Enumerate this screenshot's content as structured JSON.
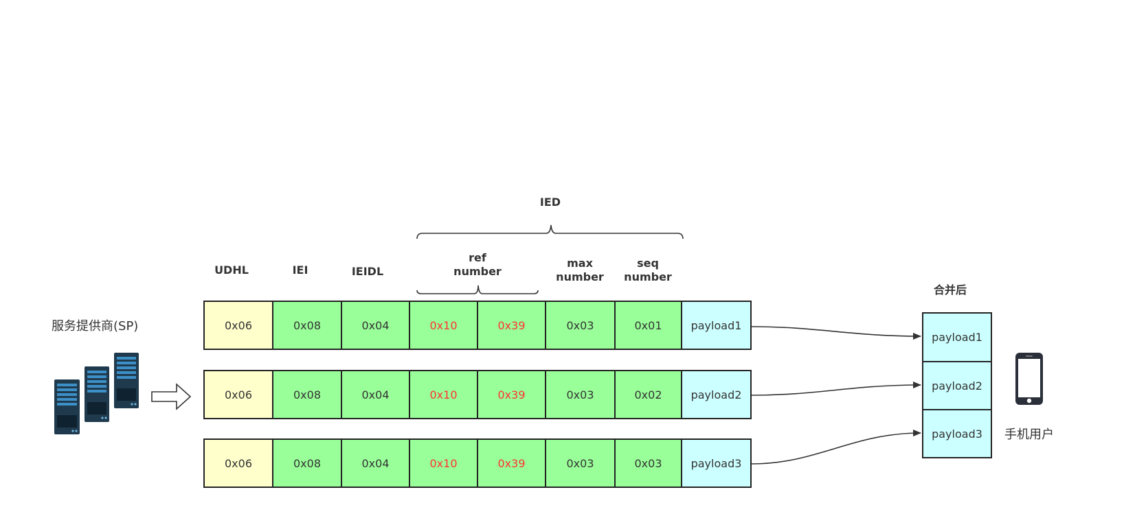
{
  "headers": {
    "udhl": "UDHL",
    "iei": "IEI",
    "ieidl": "IEIDL",
    "ied": "IED",
    "ref": [
      "ref",
      "number"
    ],
    "max": [
      "max",
      "number"
    ],
    "seq": [
      "seq",
      "number"
    ]
  },
  "sp_label": "服务提供商(SP)",
  "merged_title": "合并后",
  "user_label": "手机用户",
  "rows": [
    [
      "0x06",
      "0x08",
      "0x04",
      "0x10",
      "0x39",
      "0x03",
      "0x01",
      "payload1"
    ],
    [
      "0x06",
      "0x08",
      "0x04",
      "0x10",
      "0x39",
      "0x03",
      "0x02",
      "payload2"
    ],
    [
      "0x06",
      "0x08",
      "0x04",
      "0x10",
      "0x39",
      "0x03",
      "0x03",
      "payload3"
    ]
  ],
  "merged": [
    "payload1",
    "payload2",
    "payload3"
  ],
  "icons": {
    "servers": "server-rack-icon",
    "arrow": "hollow-right-arrow-icon",
    "phone": "smartphone-icon"
  },
  "colors": {
    "udhl_fill": "#ffffcc",
    "header_fill": "#99ff99",
    "payload_fill": "#ccffff",
    "ref_text": "#ff3333",
    "border": "#222222"
  }
}
